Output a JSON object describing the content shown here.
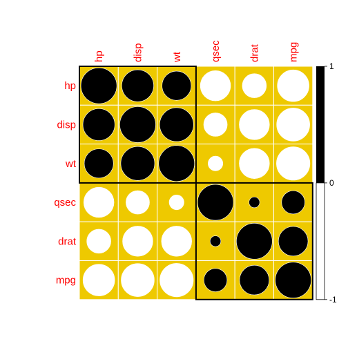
{
  "colors": {
    "background": "#ffffff",
    "cell_fill": "#eec900",
    "cell_border": "#ffffff",
    "positive": "#000000",
    "negative": "#ffffff",
    "label": "#ff0000",
    "cluster_rect": "#000000"
  },
  "chart_data": {
    "type": "heatmap",
    "style": "corrplot-circle",
    "variables": [
      "hp",
      "disp",
      "wt",
      "qsec",
      "drat",
      "mpg"
    ],
    "matrix": [
      [
        1.0,
        0.79,
        0.66,
        -0.71,
        -0.45,
        -0.78
      ],
      [
        0.79,
        1.0,
        0.89,
        -0.43,
        -0.71,
        -0.85
      ],
      [
        0.66,
        0.89,
        1.0,
        -0.17,
        -0.71,
        -0.87
      ],
      [
        -0.71,
        -0.43,
        -0.17,
        1.0,
        0.09,
        0.42
      ],
      [
        -0.45,
        -0.71,
        -0.71,
        0.09,
        1.0,
        0.68
      ],
      [
        -0.78,
        -0.85,
        -0.87,
        0.42,
        0.68,
        1.0
      ]
    ],
    "clusters": [
      [
        "hp",
        "disp",
        "wt"
      ],
      [
        "qsec",
        "drat",
        "mpg"
      ]
    ],
    "colorbar": {
      "range": [
        -1,
        1
      ],
      "ticks": [
        "1",
        "0",
        "-1"
      ]
    }
  }
}
